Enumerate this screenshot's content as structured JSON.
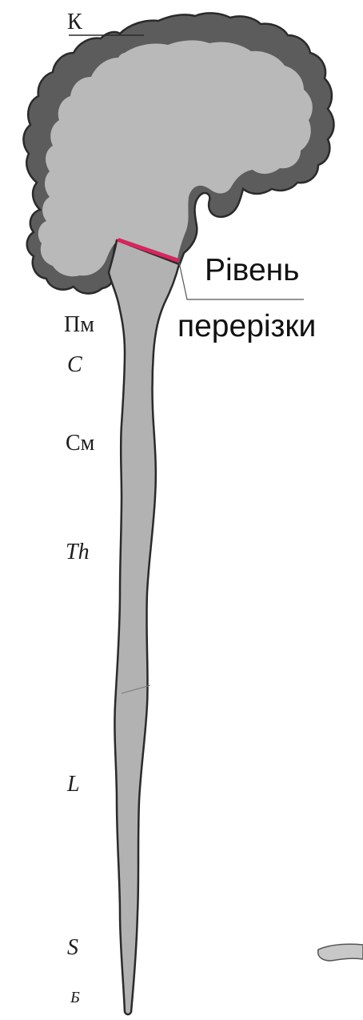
{
  "labels": {
    "k": "К",
    "pm": "Пм",
    "c": "С",
    "cm": "См",
    "th": "Th",
    "l": "L",
    "s": "S",
    "b": "Б"
  },
  "annotation": {
    "line1": "Рівень",
    "line2": "перерізки"
  },
  "colors": {
    "cortex": "#5c5c5c",
    "brain": "#b9b9b9",
    "cord": "#b2b2b2",
    "outline": "#2a2a2a",
    "cut_line": "#d9245e",
    "text": "#1e1e1e"
  }
}
